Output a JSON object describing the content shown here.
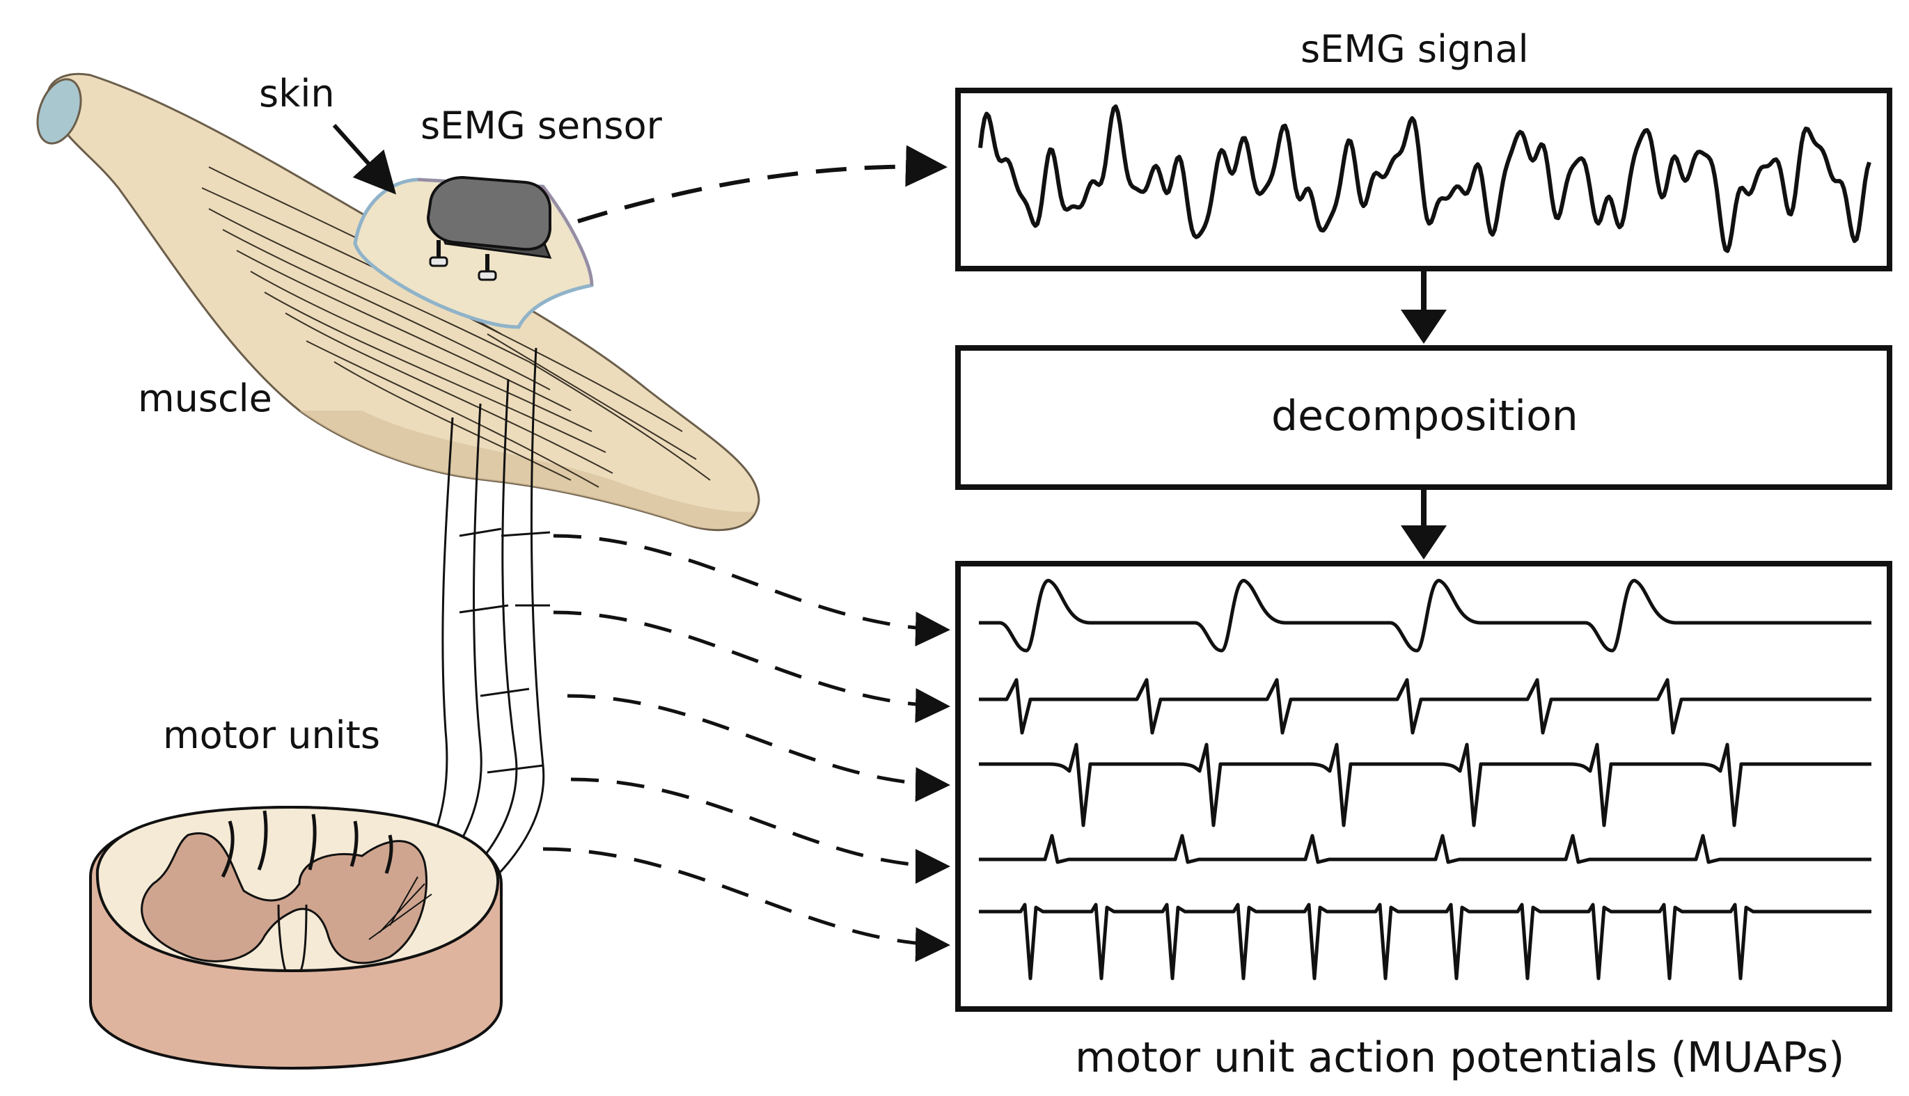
{
  "labels": {
    "skin": "skin",
    "sensor": "sEMG sensor",
    "muscle": "muscle",
    "motor_units": "motor units",
    "semg_signal": "sEMG signal",
    "decomposition": "decomposition",
    "muaps": "motor unit action potentials (MUAPs)"
  },
  "colors": {
    "muscle_fill": "#ecdcbc",
    "muscle_shade": "#d8c29c",
    "tendon_end": "#a9c7cf",
    "skin_outline": "#8fb3c9",
    "sensor_body": "#6f6f6f",
    "cord_outer": "#dfb49e",
    "cord_top": "#f5ead6",
    "grey_matter": "#cfa58f",
    "line": "#111111"
  },
  "muap_trains": [
    {
      "spikes": 4,
      "shape": "biphasic-wide"
    },
    {
      "spikes": 6,
      "shape": "up-down-narrow"
    },
    {
      "spikes": 6,
      "shape": "up-down-deep"
    },
    {
      "spikes": 6,
      "shape": "small-up"
    },
    {
      "spikes": 11,
      "shape": "down-spike"
    }
  ]
}
